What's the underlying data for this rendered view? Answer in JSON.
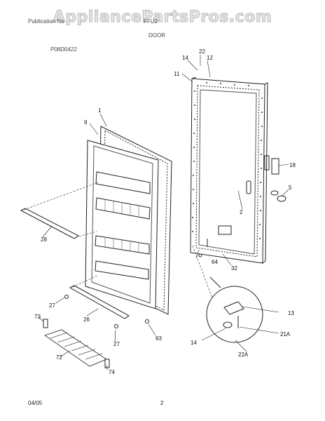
{
  "watermark": "AppliancePartsPros.com",
  "header": {
    "left": "Publication No",
    "right": "FFU2",
    "section": "DOOR",
    "figure_code": "P08D0422"
  },
  "footer": {
    "date": "04/05",
    "page": "2"
  },
  "callouts": [
    "1",
    "2",
    "5",
    "9",
    "11",
    "12",
    "13",
    "14",
    "14",
    "18",
    "21A",
    "22",
    "22A",
    "26",
    "27",
    "27",
    "28",
    "32",
    "64",
    "72",
    "73",
    "74",
    "93"
  ]
}
